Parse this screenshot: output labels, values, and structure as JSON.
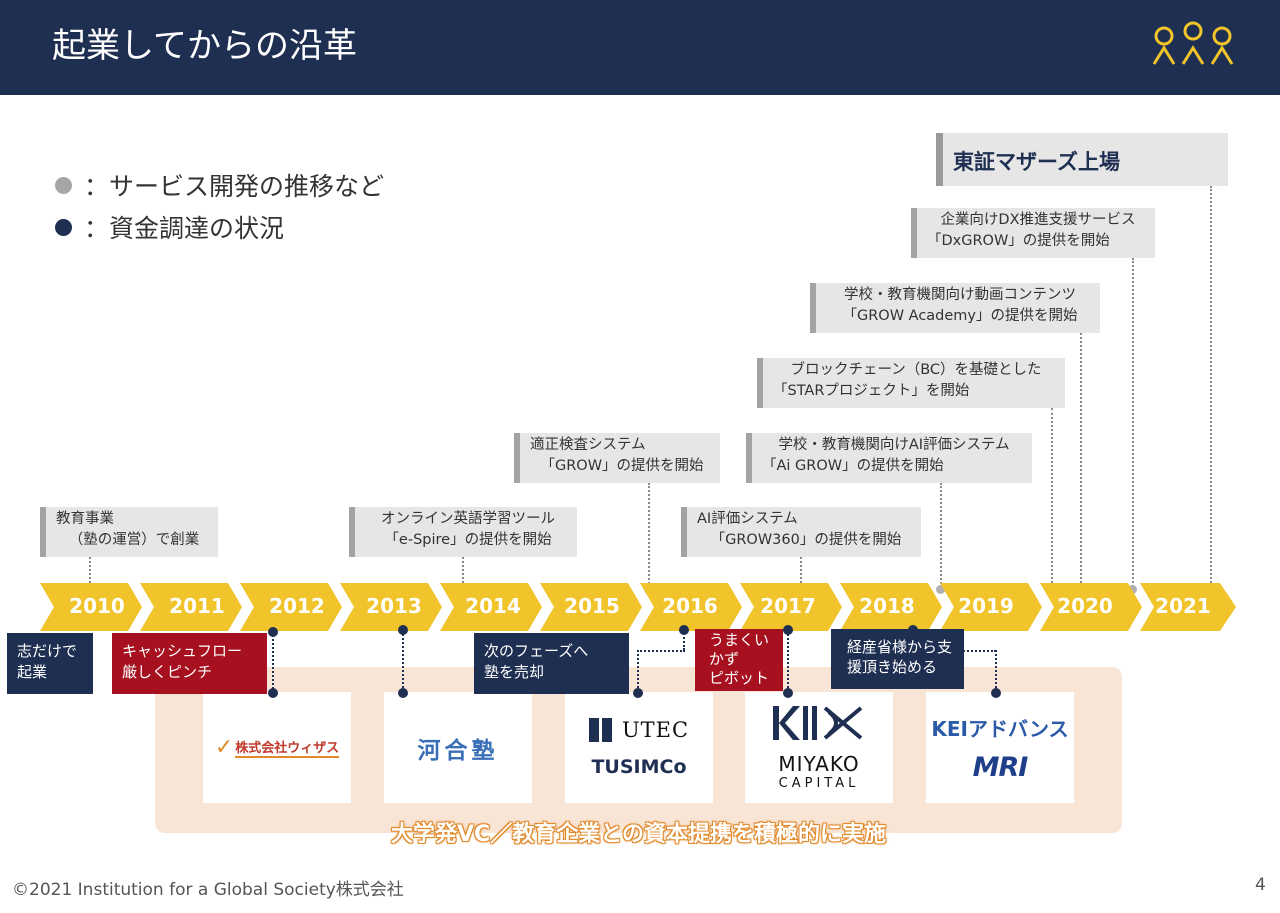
{
  "header": {
    "title": "起業してからの沿革",
    "logo": "people-logo",
    "colors": {
      "navy": "#1f2f52",
      "gold": "#f0c42a",
      "red": "#a6101f"
    }
  },
  "legend": [
    {
      "icon": "gray-dot",
      "label": "：サービス開発の推移など"
    },
    {
      "icon": "navy-dot",
      "label": "：資金調達の状況"
    }
  ],
  "listing": "東証マザーズ上場",
  "milestones": [
    {
      "lines": [
        "教育事業",
        "（塾の運営）で創業"
      ]
    },
    {
      "lines": [
        "オンライン英語学習ツール",
        "「e-Spire」の提供を開始"
      ]
    },
    {
      "lines": [
        "適正検査システム",
        "「GROW」の提供を開始"
      ]
    },
    {
      "lines": [
        "AI評価システム",
        "「GROW360」の提供を開始"
      ]
    },
    {
      "lines": [
        "学校・教育機関向けAI評価システム",
        "「Ai GROW」の提供を開始"
      ]
    },
    {
      "lines": [
        "ブロックチェーン（BC）を基礎とした",
        "「STARプロジェクト」を開始"
      ]
    },
    {
      "lines": [
        "学校・教育機関向け動画コンテンツ",
        "「GROW Academy」の提供を開始"
      ]
    },
    {
      "lines": [
        "企業向けDX推進支援サービス",
        "「DxGROW」の提供を開始"
      ]
    }
  ],
  "years": [
    "2010",
    "2011",
    "2012",
    "2013",
    "2014",
    "2015",
    "2016",
    "2017",
    "2018",
    "2019",
    "2020",
    "2021"
  ],
  "funding": [
    {
      "lines": [
        "志だけで",
        "起業"
      ],
      "color": "navy"
    },
    {
      "lines": [
        "キャッシュフロー",
        "厳しくピンチ"
      ],
      "color": "red"
    },
    {
      "lines": [
        "次のフェーズへ",
        "塾を売却"
      ],
      "color": "navy"
    },
    {
      "lines": [
        "うまくい",
        "かず",
        "ピボット"
      ],
      "color": "red"
    },
    {
      "lines": [
        "経産省様から支",
        "援頂き始める"
      ],
      "color": "navy"
    }
  ],
  "partners": {
    "wizas": "株式会社ウィザス",
    "kawai": "河合塾",
    "utec": "UTEC",
    "tusimco": "TUSIMCo",
    "miyako": "MIYAKO",
    "miyako_sub": "CAPITAL",
    "kei": "KEIアドバンス",
    "mri": "MRI",
    "caption": "大学発VC／教育企業との資本提携を積極的に実施"
  },
  "footer": {
    "copyright": "©2021  Institution for a Global Society株式会社",
    "page": "4"
  }
}
